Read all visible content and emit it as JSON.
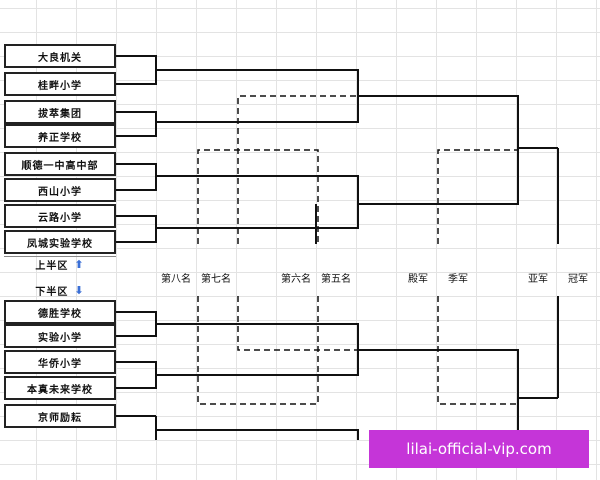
{
  "upper_half": {
    "label": "上半区",
    "teams": [
      "大良机关",
      "桂畔小学",
      "拔萃集团",
      "养正学校",
      "顺德一中高中部",
      "西山小学",
      "云路小学",
      "凤城实验学校"
    ]
  },
  "lower_half": {
    "label": "下半区",
    "teams": [
      "德胜学校",
      "实验小学",
      "华侨小学",
      "本真未来学校",
      "京师励耘"
    ]
  },
  "ranks": {
    "eighth": "第八名",
    "seventh": "第七名",
    "sixth": "第六名",
    "fifth": "第五名",
    "fourth": "殿军",
    "third": "季军",
    "second": "亚军",
    "first": "冠军"
  },
  "icons": {
    "up_arrow": "up-arrow-icon",
    "down_arrow": "down-arrow-icon"
  },
  "colors": {
    "line": "#111111",
    "arrow": "#3b6fd6",
    "watermark_bg": "#c535d8"
  },
  "watermark": "lilai-official-vip.com"
}
